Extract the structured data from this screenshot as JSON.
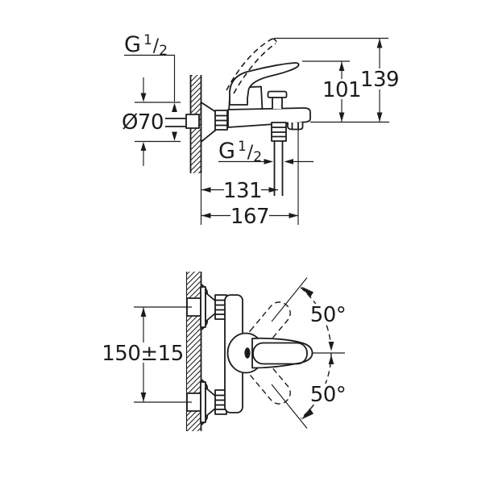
{
  "drawing": {
    "background_color": "#ffffff",
    "line_color": "#1c1c1c"
  },
  "side_view": {
    "top_thread": {
      "prefix": "G",
      "numerator": "1",
      "denominator": "2"
    },
    "outlet_thread": {
      "prefix": "G",
      "numerator": "1",
      "denominator": "2"
    },
    "escutcheon_diameter": "Ø70",
    "height_spout_to_lever": "101",
    "height_total": "139",
    "depth_wall_to_outlet": "131",
    "depth_wall_to_spout": "167"
  },
  "front_view": {
    "connection_spacing": "150±15",
    "upper_swivel_angle": "50°",
    "lower_swivel_angle": "50°"
  }
}
